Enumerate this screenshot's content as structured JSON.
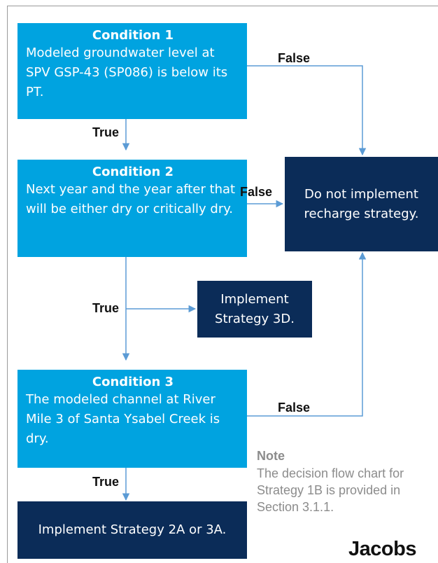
{
  "condition1": {
    "title": "Condition 1",
    "text": "Modeled groundwater level at SPV GSP-43 (SP086) is below its PT."
  },
  "condition2": {
    "title": "Condition 2",
    "text": "Next year and the year after that will be either dry or critically dry."
  },
  "condition3": {
    "title": "Condition 3",
    "text": "The modeled channel at River Mile 3 of Santa Ysabel Creek is dry."
  },
  "outcomes": {
    "do_not_implement": "Do not implement recharge strategy.",
    "strategy_3d": "Implement Strategy 3D.",
    "strategy_2a_3a": "Implement Strategy 2A or 3A."
  },
  "labels": {
    "true1": "True",
    "true2": "True",
    "true3": "True",
    "false1": "False",
    "false2": "False",
    "false3": "False"
  },
  "note": {
    "title": "Note",
    "text": "The decision flow chart for Strategy 1B is provided in Section 3.1.1."
  },
  "logo": "Jacobs",
  "colors": {
    "condition_box": "#00a3e0",
    "outcome_box": "#0b2c58",
    "arrow": "#5b9bd5",
    "note_text": "#8c8c8c"
  }
}
